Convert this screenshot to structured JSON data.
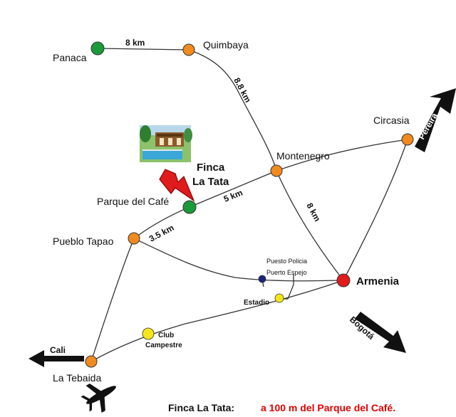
{
  "colors": {
    "orange": "#f28a1e",
    "green": "#1a9a3a",
    "red": "#e01b1b",
    "navy": "#1a237e",
    "yellow": "#f5e61a",
    "footer_red": "#e00000"
  },
  "towns": {
    "panaca": "Panaca",
    "quimbaya": "Quimbaya",
    "circasia": "Circasia",
    "montenegro": "Montenegro",
    "parque_cafe": "Parque del Café",
    "pueblo_tapao": "Pueblo Tapao",
    "armenia": "Armenia",
    "la_tebaida": "La Tebaida"
  },
  "landmarks": {
    "puesto_policia_1": "Puesto Policia",
    "puesto_policia_2": "Puerto Espejo",
    "estadio": "Estadio",
    "club_1": "Club",
    "club_2": "Campestre"
  },
  "finca": {
    "line1": "Finca",
    "line2": "La Tata"
  },
  "distances": {
    "panaca_quimbaya": "8  km",
    "quimbaya_montenegro": "8.8 km",
    "parque_montenegro": "5 km",
    "montenegro_armenia": "8 km",
    "tapao_parque": "3.5 km"
  },
  "directions": {
    "pereira": "Pereira",
    "bogota": "Bogotá",
    "cali": "Cali"
  },
  "footer": {
    "label": "Finca La Tata:",
    "note": "a 100 m del Parque del Café."
  },
  "icons": {
    "plane": "airplane-icon",
    "photo": "finca-photo"
  }
}
